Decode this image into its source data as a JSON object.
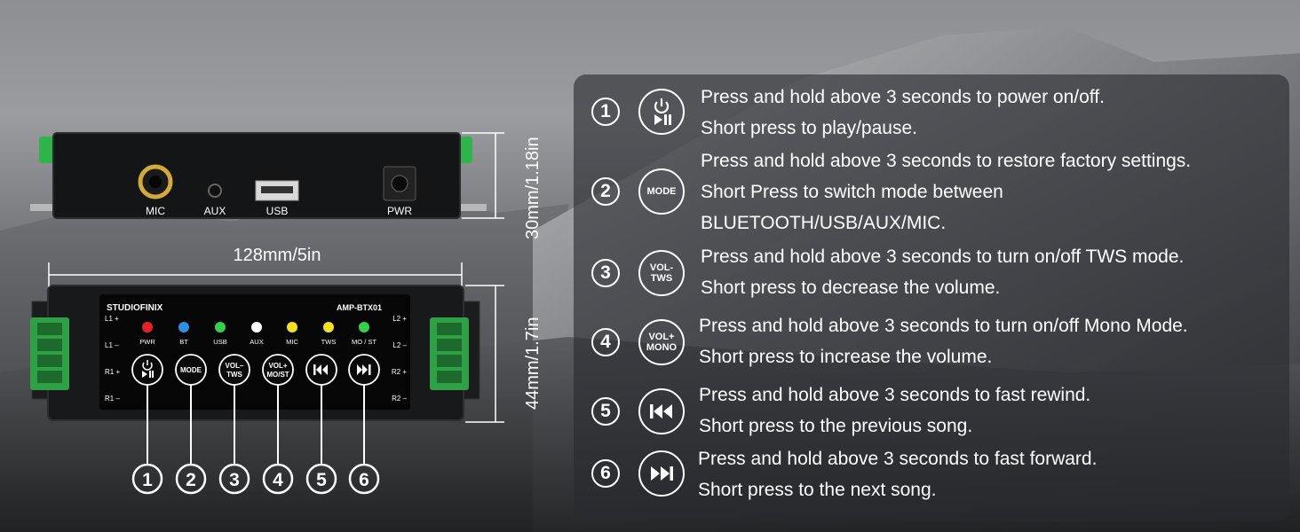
{
  "dimensions": {
    "height_top": "30mm/1.18in",
    "width": "128mm/5in",
    "height_front": "44mm/1.7in"
  },
  "side_panel": {
    "ports": [
      "MIC",
      "AUX",
      "USB",
      "PWR"
    ]
  },
  "front_panel": {
    "brand": "STUDIOFINIX",
    "model": "AMP-BTX01",
    "left_terminals": [
      "L1 +",
      "L1 –",
      "R1 +",
      "R1 –"
    ],
    "right_terminals": [
      "L2 +",
      "L2 –",
      "R2 +",
      "R2 –"
    ],
    "leds": [
      {
        "label": "PWR",
        "color": "#e8202a"
      },
      {
        "label": "BT",
        "color": "#2f8fe0"
      },
      {
        "label": "USB",
        "color": "#37d04a"
      },
      {
        "label": "AUX",
        "color": "#ffffff"
      },
      {
        "label": "MIC",
        "color": "#f2e21f"
      },
      {
        "label": "TWS",
        "color": "#f2e21f"
      },
      {
        "label": "MO / ST",
        "color": "#37d04a"
      }
    ],
    "buttons": [
      {
        "line1": "",
        "line2": "",
        "icon": "power-play-pause-icon"
      },
      {
        "line1": "MODE",
        "line2": ""
      },
      {
        "line1": "VOL–",
        "line2": "TWS"
      },
      {
        "line1": "VOL+",
        "line2": "MO/ST"
      },
      {
        "line1": "",
        "line2": "",
        "icon": "previous-track-icon"
      },
      {
        "line1": "",
        "line2": "",
        "icon": "next-track-icon"
      }
    ],
    "callouts": [
      "1",
      "2",
      "3",
      "4",
      "5",
      "6"
    ]
  },
  "instructions": [
    {
      "number": "1",
      "button_line1": "",
      "button_line2": "",
      "icon": "power-play-pause-icon",
      "lines": [
        "Press and hold above 3 seconds to power on/off.",
        "Short press to play/pause."
      ]
    },
    {
      "number": "2",
      "button_line1": "MODE",
      "button_line2": "",
      "lines": [
        "Press and hold above 3 seconds to restore factory settings.",
        "Short Press to switch mode between",
        "BLUETOOTH/USB/AUX/MIC."
      ]
    },
    {
      "number": "3",
      "button_line1": "VOL-",
      "button_line2": "TWS",
      "lines": [
        "Press and hold above 3 seconds to turn on/off TWS mode.",
        "Short press to decrease the volume."
      ]
    },
    {
      "number": "4",
      "button_line1": "VOL+",
      "button_line2": "MONO",
      "lines": [
        "Press and hold above 3 seconds to turn on/off Mono Mode.",
        "Short press to increase the volume."
      ]
    },
    {
      "number": "5",
      "button_line1": "",
      "button_line2": "",
      "icon": "rewind-icon",
      "lines": [
        "Press and hold above 3 seconds to fast rewind.",
        "Short press to the previous song."
      ]
    },
    {
      "number": "6",
      "button_line1": "",
      "button_line2": "",
      "icon": "fast-forward-icon",
      "lines": [
        "Press and hold above 3 seconds to fast forward.",
        "Short press to the next song."
      ]
    }
  ]
}
